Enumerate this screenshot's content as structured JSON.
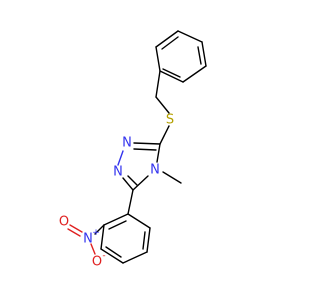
{
  "molecule": {
    "atoms": {
      "sulfur": "S",
      "triazole_n1": "N",
      "triazole_n2": "N",
      "triazole_n4": "N",
      "nitro_n": "N",
      "nitro_n_charge": "+",
      "nitro_o_single": "O",
      "nitro_o_single_charge": "-",
      "nitro_o_double": "O"
    },
    "colors": {
      "carbon": "#000000",
      "nitrogen": "#3333ee",
      "sulfur": "#b3a000",
      "oxygen": "#e02020"
    }
  }
}
